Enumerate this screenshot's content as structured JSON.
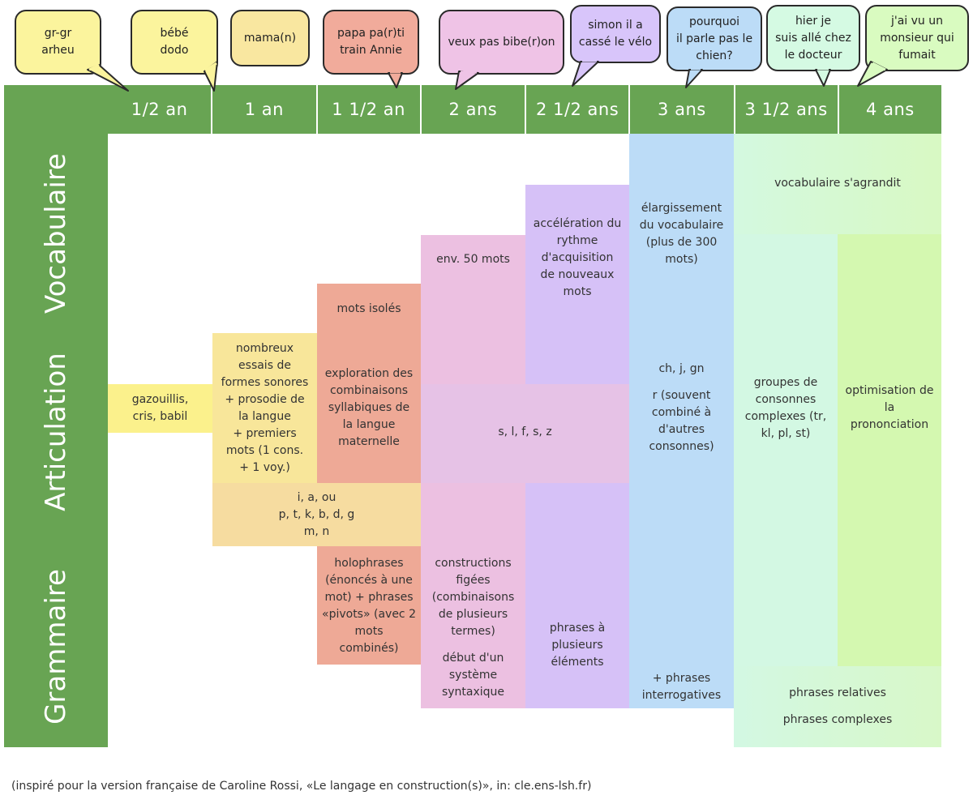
{
  "ages": [
    "1/2 an",
    "1 an",
    "1 1/2 an",
    "2 ans",
    "2 1/2 ans",
    "3 ans",
    "3 1/2 ans",
    "4 ans"
  ],
  "bubbles": [
    {
      "text": "gr-gr\narheu",
      "color": "#fbf49d"
    },
    {
      "text": "bébé\ndodo",
      "color": "#fbf49d"
    },
    {
      "text": "mama(n)",
      "color": "#f9e7a0"
    },
    {
      "text": "papa pa(r)ti\ntrain Annie",
      "color": "#f1ab9b"
    },
    {
      "text": "veux pas bibe(r)on",
      "color": "#efc3e6"
    },
    {
      "text": "simon il a\ncassé le vélo",
      "color": "#d8c5fa"
    },
    {
      "text": "pourquoi\nil parle pas le\nchien?",
      "color": "#bcdcf7"
    },
    {
      "text": "hier je\nsuis allé chez\nle docteur",
      "color": "#d5fae3"
    },
    {
      "text": "j'ai vu un\nmonsieur qui\nfumait",
      "color": "#d9fbc0"
    }
  ],
  "rows": {
    "vocabulaire": "Vocabulaire",
    "articulation": "Articulation",
    "grammaire": "Grammaire"
  },
  "cells": {
    "gazouillis": "gazouillis,\ncris, babil",
    "nombreux": "nombreux\nessais de\nformes sonores\n+ prosodie de\nla langue\n+ premiers\nmots (1 cons.\n+ 1 voy.)",
    "voyelles": "i, a, ou\np, t, k, b, d, g\nm, n",
    "mots_isoles": "mots isolés",
    "exploration": "exploration des\ncombinaisons\nsyllabiques de\nla langue\nmaternelle",
    "holophrases": "holophrases\n(énoncés à une\nmot) + phrases\n«pivots» (avec 2\nmots\ncombinés)",
    "env50": "env. 50 mots",
    "slfsz": "s, l, f, s, z",
    "constructions": "constructions\nfigées\n(combinaisons\nde plusieurs\ntermes)",
    "debut": "début d'un\nsystème\nsyntaxique",
    "acceleration": "accélération du\nrythme\nd'acquisition\nde nouveaux\nmots",
    "phrases_plusieurs": "phrases à\nplusieurs\néléments",
    "elargissement": "élargissement\ndu vocabulaire\n(plus de 300\nmots)",
    "chjgn": "ch, j, gn",
    "r_souvent": "r (souvent\ncombiné à\nd'autres\nconsonnes)",
    "interrogatives": "+ phrases\ninterrogatives",
    "vocab_agrandit": "vocabulaire s'agrandit",
    "groupes": "groupes de\nconsonnes\ncomplexes (tr,\nkl, pl, st)",
    "optimisation": "optimisation de\nla\nprononciation",
    "relatives": "phrases relatives",
    "complexes": "phrases complexes"
  },
  "credit": "(inspiré pour la version française de Caroline Rossi, «Le langage en construction(s)», in: cle.ens-lsh.fr)",
  "colors": {
    "green": "#68a453",
    "yellow": "#fbf18c",
    "light_yellow": "#f8e69a",
    "salmon": "#eea996",
    "pink": "#ecc0e1",
    "purple": "#d6c1f7",
    "blue": "#bcdcf7",
    "mint": "#d3f8e3",
    "lime": "#d4f8b0"
  }
}
